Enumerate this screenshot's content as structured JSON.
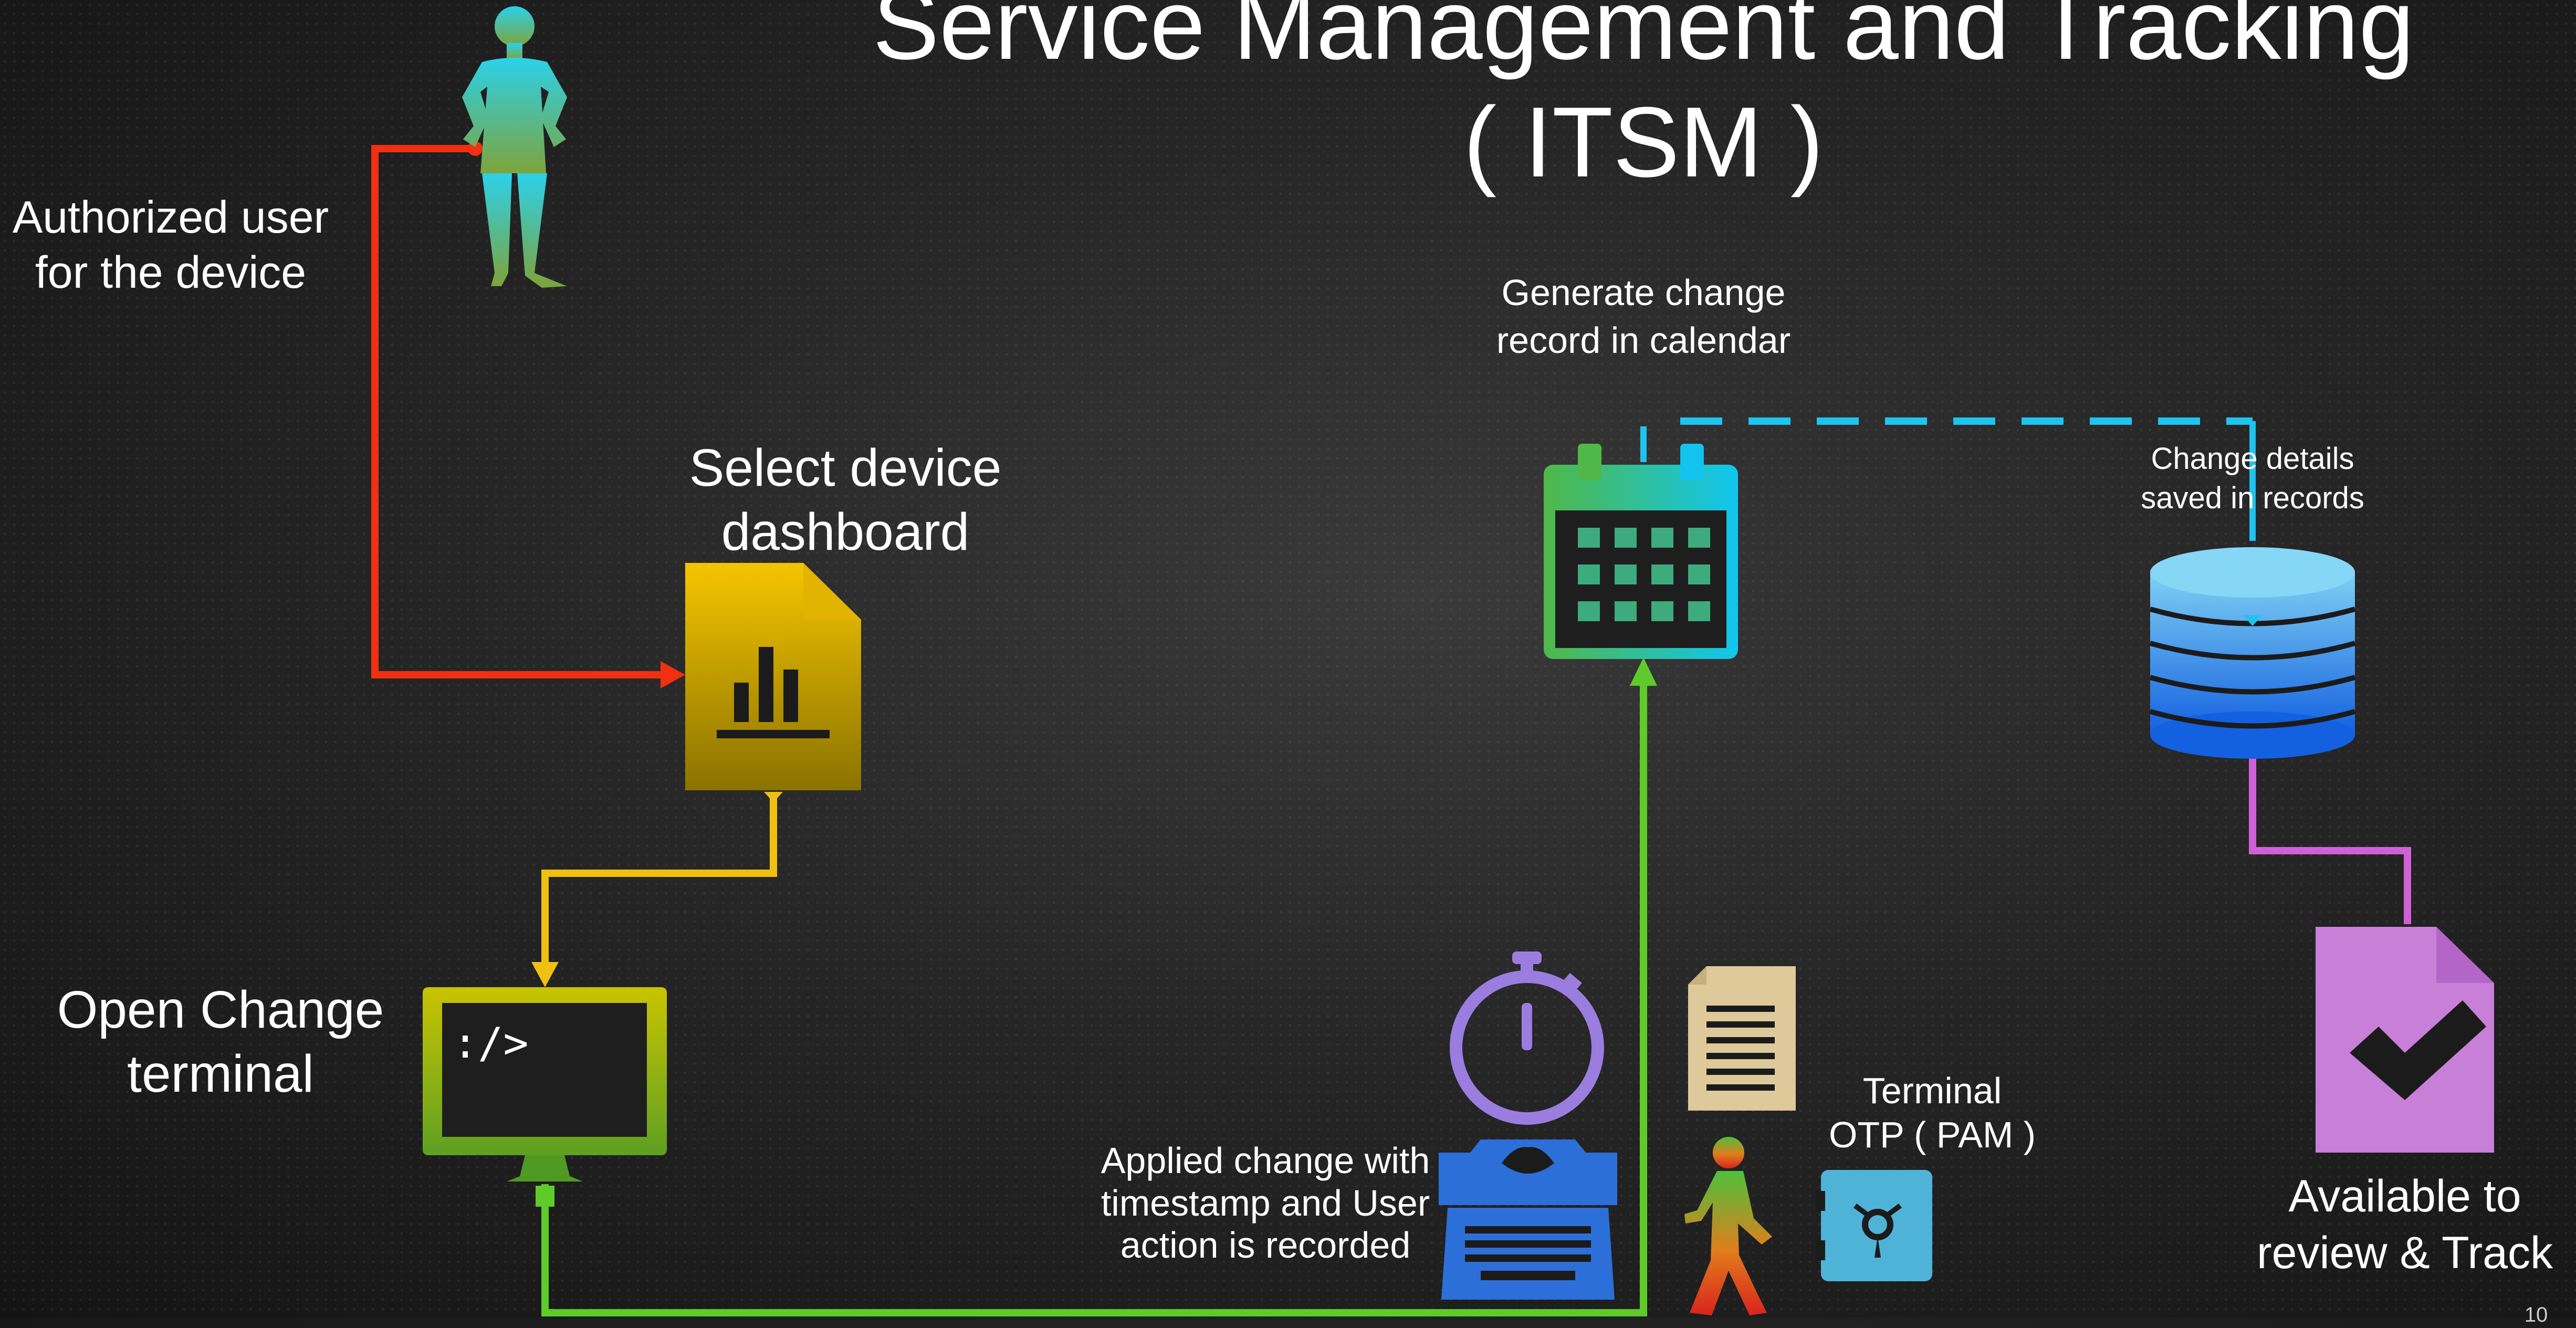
{
  "title": "Service Management and Tracking\n( ITSM )",
  "labels": {
    "authorized_user": "Authorized user\nfor the device",
    "select_dashboard": "Select device\ndashboard",
    "open_terminal": "Open Change\nterminal",
    "terminal_prompt": ":/>",
    "generate_record": "Generate change\nrecord in calendar",
    "change_details": "Change details\nsaved in records",
    "applied_change": "Applied change with\ntimestamp and User\naction is recorded",
    "terminal_otp": "Terminal\nOTP ( PAM )",
    "available_review": "Available to\nreview & Track",
    "page_number": "10"
  },
  "colors": {
    "user_to_dashboard": "#f03010",
    "dashboard_to_terminal": "#f0c010",
    "terminal_to_calendar": "#5ecb2a",
    "calendar_to_records": "#1ec4ef",
    "records_to_review": "#d060d8"
  },
  "icons": [
    "authorized-user-icon",
    "dashboard-document-icon",
    "terminal-monitor-icon",
    "calendar-icon",
    "database-records-icon",
    "review-document-icon",
    "stopwatch-icon",
    "typewriter-icon",
    "log-document-icon",
    "walking-person-icon",
    "otp-safe-icon"
  ]
}
